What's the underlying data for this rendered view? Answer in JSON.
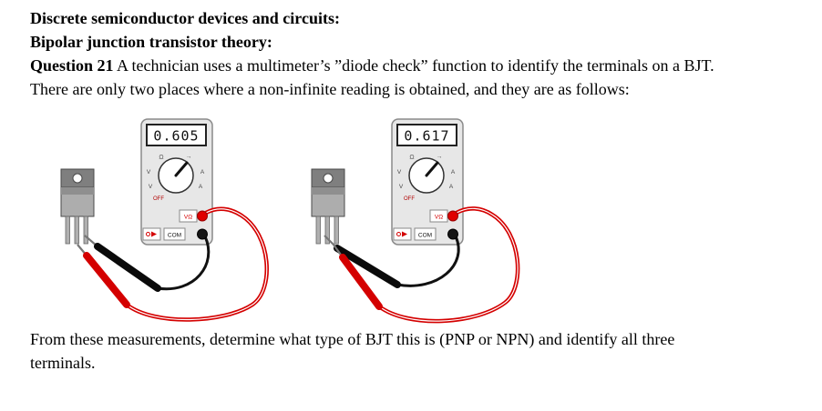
{
  "document": {
    "heading_topic": "Discrete semiconductor devices and circuits:",
    "heading_subtopic": "Bipolar junction transistor theory:",
    "question_label": "Question 21",
    "question_text": " A technician uses a multimeter’s ”diode check” function to identify the terminals on a BJT. There are only two places where a non-infinite reading is obtained, and they are as follows:",
    "closing_text": "From these measurements, determine what type of BJT this is (PNP or NPN) and identify all three terminals."
  },
  "figure": {
    "meters": [
      {
        "reading": "0.605"
      },
      {
        "reading": "0.617"
      }
    ],
    "labels": {
      "off": "OFF",
      "com": "COM",
      "vohm": "VΩ",
      "ohm": "Ω",
      "volts": "V",
      "amps": "A",
      "diode_arrow": "→"
    },
    "colors": {
      "lead_red": "#d40000",
      "lead_black": "#111111"
    }
  }
}
